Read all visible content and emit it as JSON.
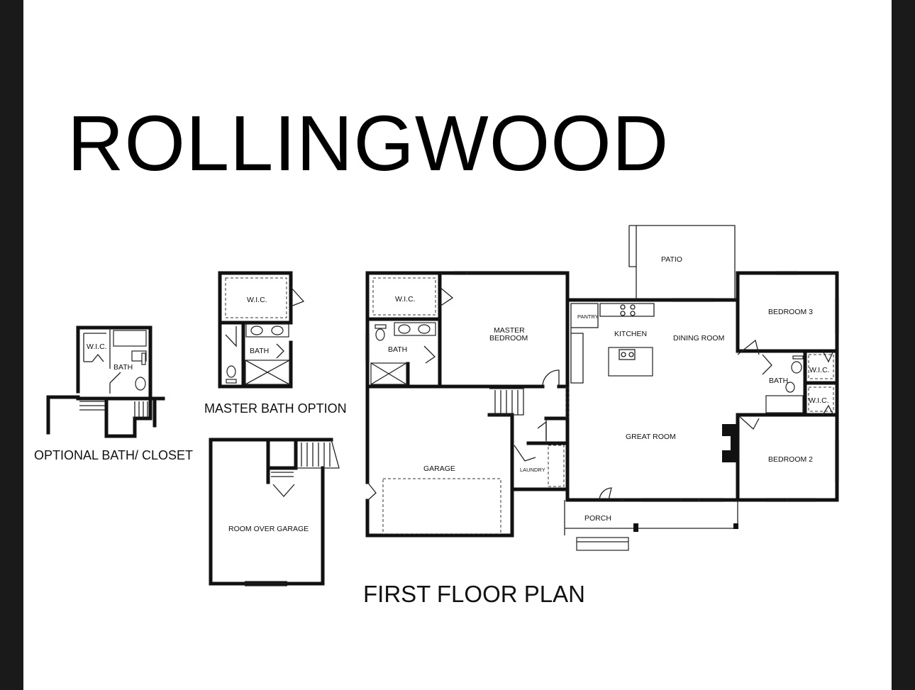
{
  "title": "ROLLINGWOOD",
  "captions": {
    "master_bath_option": "MASTER BATH OPTION",
    "optional_bath_closet": "OPTIONAL BATH/ CLOSET",
    "first_floor_plan": "FIRST FLOOR PLAN"
  },
  "rooms": {
    "patio": "PATIO",
    "bedroom_3": "BEDROOM 3",
    "bedroom_2": "BEDROOM 2",
    "wic": "W.I.C.",
    "bath": "BATH",
    "master_bedroom_line1": "MASTER",
    "master_bedroom_line2": "BEDROOM",
    "pantry": "PANTRY",
    "kitchen": "KITCHEN",
    "dining_room": "DINING ROOM",
    "great_room": "GREAT ROOM",
    "garage": "GARAGE",
    "laundry": "LAUNDRY",
    "porch": "PORCH",
    "room_over_garage": "ROOM OVER GARAGE"
  }
}
